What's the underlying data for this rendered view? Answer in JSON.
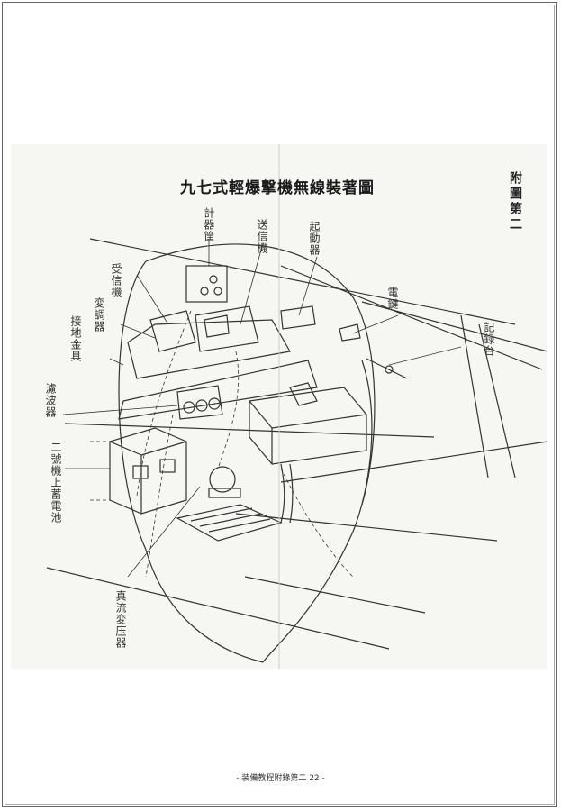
{
  "document": {
    "title": "九七式輕爆撃機無線裝著圖",
    "appendix_label": "附圖第二",
    "footer": "- 装備教程附錄第二  22 -"
  },
  "labels": {
    "meter_box": "計器筐",
    "transmitter": "送信機",
    "starter": "起動器",
    "receiver": "受信機",
    "tuner": "変調器",
    "ground_fitting": "接地金具",
    "key": "電鍵",
    "recorder_stand": "記録台",
    "filter": "濾波器",
    "battery": "二號機上蓄電池",
    "converter": "真流変压器"
  }
}
